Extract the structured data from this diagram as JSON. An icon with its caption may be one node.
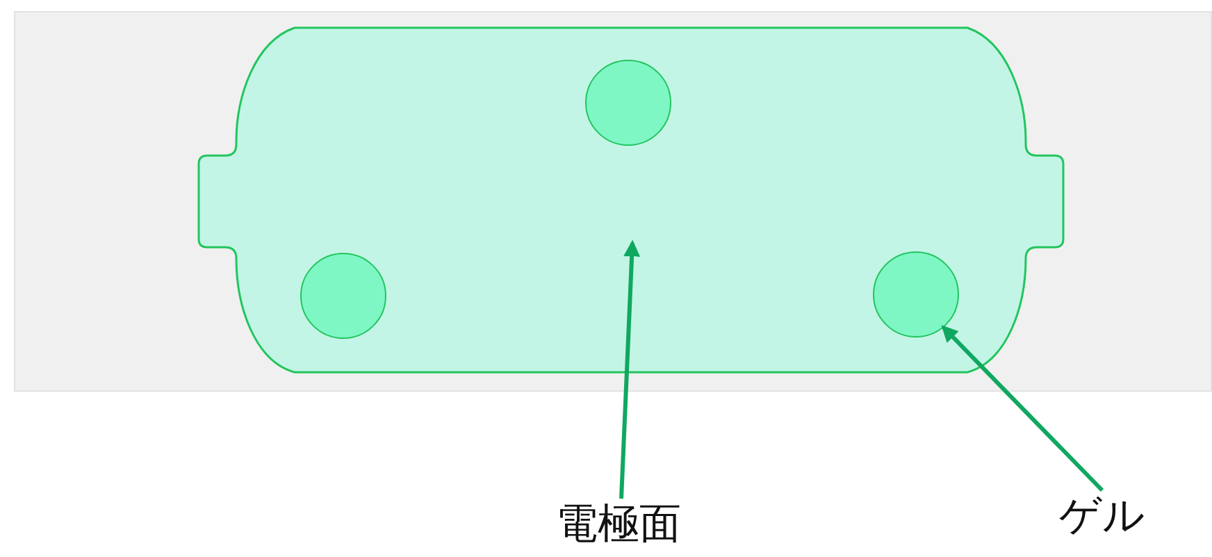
{
  "diagram": {
    "nodes": [
      {
        "text": [],
        "shape": "box"
      },
      {
        "text": [],
        "shape": "circle",
        "in": 0
      },
      {
        "text": [],
        "shape": "circle",
        "in": 0
      },
      {
        "text": [],
        "shape": "circle",
        "in": 0
      },
      {
        "text": [
          "電極面"
        ]
      },
      {
        "text": [
          "ゲル"
        ]
      }
    ],
    "edges": [
      {
        "from": 4,
        "to": 0,
        "arrow": "to"
      },
      {
        "from": 5,
        "to": 3,
        "arrow": "to"
      }
    ]
  }
}
